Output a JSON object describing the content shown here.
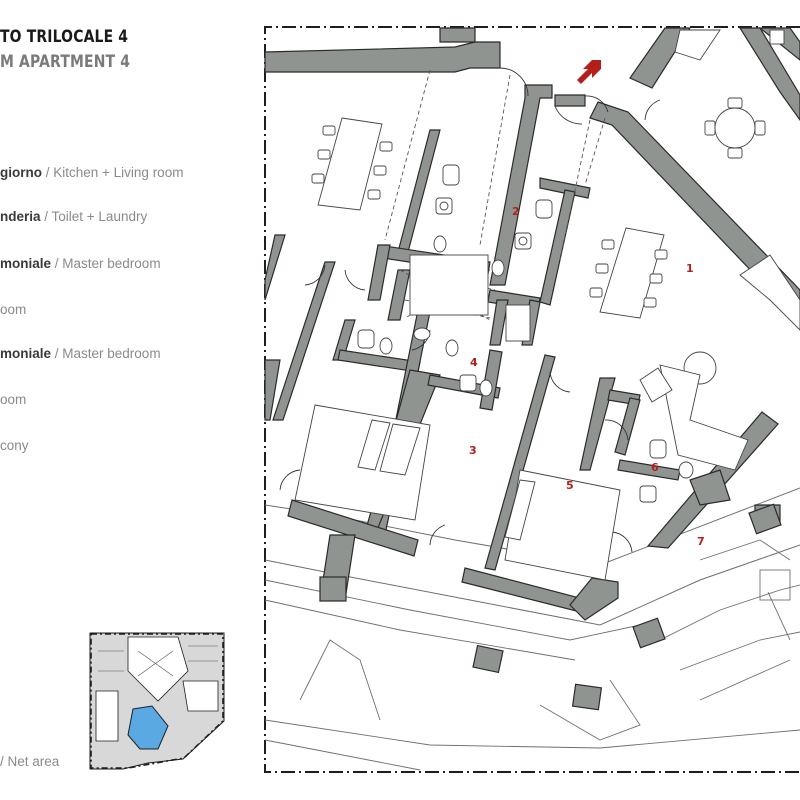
{
  "title": {
    "line1": "TO TRILOCALE 4",
    "line2": "M APARTMENT 4"
  },
  "legend": [
    {
      "it": "giorno",
      "en": " / Kitchen + Living room"
    },
    {
      "it": "nderia",
      "en": " / Toilet + Laundry"
    },
    {
      "it": "moniale",
      "en": " / Master bedroom"
    },
    {
      "it": "",
      "en": "oom"
    },
    {
      "it": "moniale",
      "en": " / Master bedroom"
    },
    {
      "it": "",
      "en": "oom"
    },
    {
      "it": "",
      "en": "cony"
    }
  ],
  "net_area_label": "/ Net area",
  "room_numbers": [
    "1",
    "2",
    "3",
    "4",
    "5",
    "6",
    "7"
  ],
  "colors": {
    "wall": "#8f9491",
    "wall_stroke": "#2b2b2b",
    "entrance_arrow": "#b3201c",
    "room_number": "#b3201c",
    "key_highlight": "#5aa9e3",
    "text_dark": "#1a1a1a",
    "text_grey": "#8a8a8a"
  },
  "icons": {
    "entrance": "entrance-arrow-icon",
    "north_key": "key-plan-icon"
  }
}
